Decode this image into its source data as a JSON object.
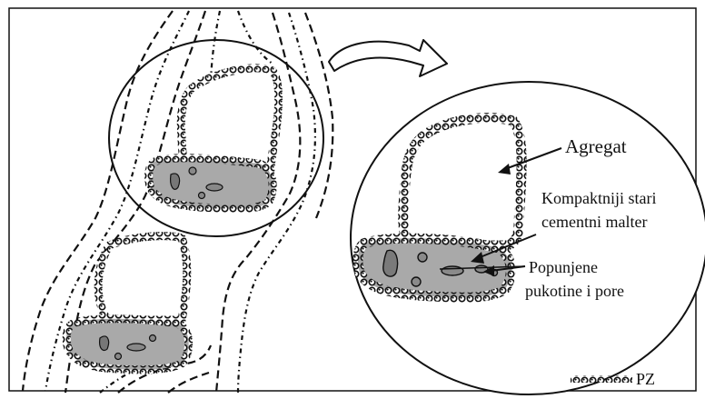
{
  "diagram": {
    "labels": {
      "aggregate": "Agregat",
      "old_mortar_line1": "Kompaktniji stari",
      "old_mortar_line2": "cementni malter",
      "filled_line1": "Popunjene",
      "filled_line2": "pukotine i pore",
      "legend": "PZ"
    },
    "colors": {
      "stroke": "#111111",
      "mortar_fill": "#a9a9a9",
      "bead_fill": "#ffffff",
      "background": "#ffffff"
    }
  }
}
